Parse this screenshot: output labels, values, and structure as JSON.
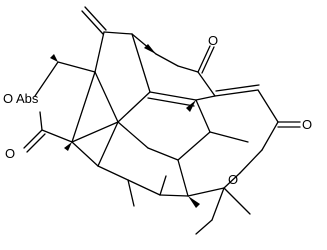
{
  "molecule": {
    "atom_labels": {
      "o_left": "O",
      "abs": "Abs",
      "o_ketone": "O",
      "o_lactone_right": "O",
      "o_lower": "O",
      "o_bottom_left": "O"
    },
    "bond_color": "#000000"
  }
}
